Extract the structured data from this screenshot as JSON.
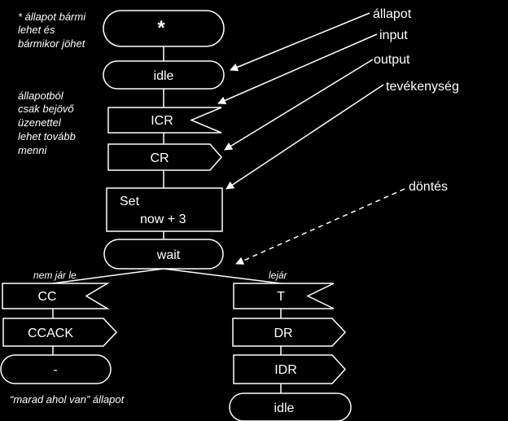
{
  "notes": {
    "any_state": [
      "* állapot bármi",
      "lehet és",
      "bármikor jöhet"
    ],
    "only_incoming": [
      "állapotból",
      "csak bejövő",
      "üzenettel",
      "lehet tovább",
      "menni"
    ],
    "stay": "“marad ahol van” állapot"
  },
  "callouts": {
    "state": "állapot",
    "input": "input",
    "output": "output",
    "activity": "tevékenység",
    "decision": "döntés"
  },
  "nodes": {
    "star": "*",
    "idle": "idle",
    "icr": "ICR",
    "cr": "CR",
    "set_line1": "Set",
    "set_line2": "now + 3",
    "wait": "wait",
    "cc": "CC",
    "ccack": "CCACK",
    "dash": "-",
    "t": "T",
    "dr": "DR",
    "idr": "IDR",
    "idle_end": "idle"
  },
  "branches": {
    "left": "nem jár le",
    "right": "lejár"
  }
}
